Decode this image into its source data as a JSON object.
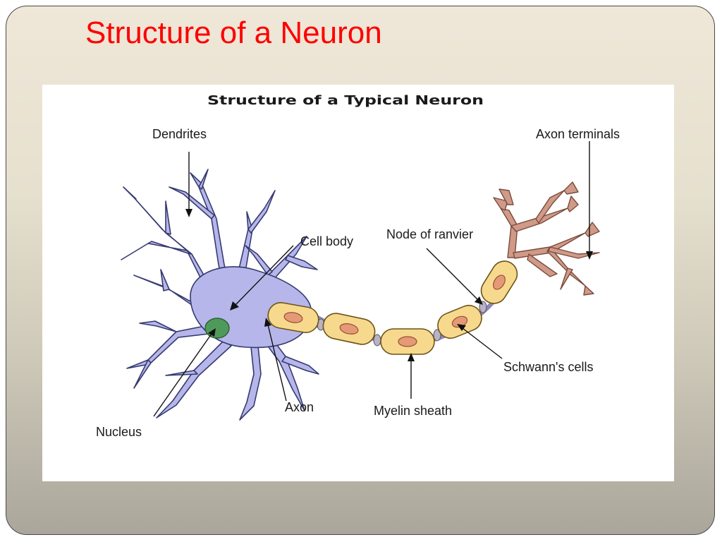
{
  "slide": {
    "title": "Structure of a Neuron",
    "colors": {
      "title": "#ff0000",
      "dendrites": "#b6b6ea",
      "nucleus": "#4e9a5a",
      "myelin": "#f7d98e",
      "axon_terminals": "#cf9a88"
    }
  },
  "diagram": {
    "title": "Structure of a Typical Neuron",
    "labels": {
      "dendrites": "Dendrites",
      "cell_body": "Cell body",
      "nucleus": "Nucleus",
      "axon": "Axon",
      "myelin_sheath": "Myelin sheath",
      "node_of_ranvier": "Node of ranvier",
      "schwanns_cells": "Schwann's cells",
      "axon_terminals": "Axon terminals"
    }
  }
}
